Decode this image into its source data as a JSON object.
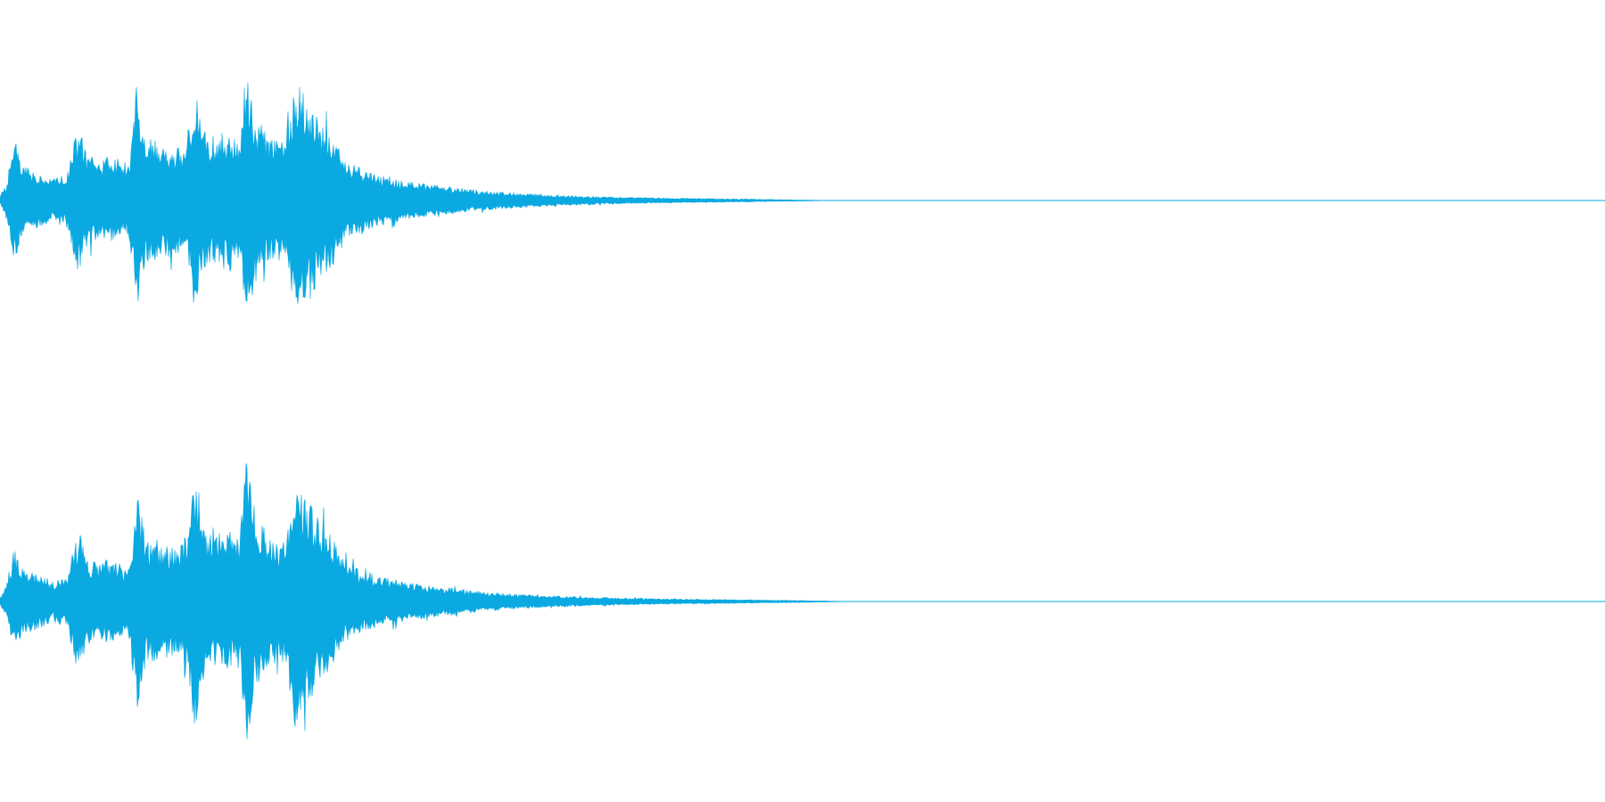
{
  "waveform": {
    "color": "#0aa9e2",
    "background": "#ffffff",
    "channel_count": 2,
    "channels": [
      {
        "name": "left-channel",
        "envelope": [
          [
            0,
            0.02
          ],
          [
            0.4,
            0.08
          ],
          [
            0.8,
            0.28
          ],
          [
            1.0,
            0.3
          ],
          [
            1.2,
            0.22
          ],
          [
            1.5,
            0.17
          ],
          [
            2.0,
            0.15
          ],
          [
            2.6,
            0.14
          ],
          [
            3.0,
            0.13
          ],
          [
            3.2,
            0.1
          ],
          [
            3.5,
            0.12
          ],
          [
            3.8,
            0.13
          ],
          [
            4.0,
            0.11
          ],
          [
            4.3,
            0.17
          ],
          [
            4.7,
            0.33
          ],
          [
            5.0,
            0.36
          ],
          [
            5.3,
            0.25
          ],
          [
            5.8,
            0.22
          ],
          [
            6.2,
            0.18
          ],
          [
            6.6,
            0.22
          ],
          [
            7.0,
            0.2
          ],
          [
            7.5,
            0.18
          ],
          [
            7.9,
            0.15
          ],
          [
            8.2,
            0.3
          ],
          [
            8.5,
            0.58
          ],
          [
            8.8,
            0.45
          ],
          [
            9.1,
            0.3
          ],
          [
            9.6,
            0.32
          ],
          [
            10.0,
            0.27
          ],
          [
            10.6,
            0.28
          ],
          [
            11.2,
            0.26
          ],
          [
            11.8,
            0.37
          ],
          [
            12.1,
            0.54
          ],
          [
            12.4,
            0.44
          ],
          [
            12.8,
            0.36
          ],
          [
            13.4,
            0.32
          ],
          [
            13.8,
            0.34
          ],
          [
            14.3,
            0.36
          ],
          [
            14.7,
            0.3
          ],
          [
            15.0,
            0.36
          ],
          [
            15.3,
            0.66
          ],
          [
            15.6,
            0.6
          ],
          [
            15.9,
            0.42
          ],
          [
            16.4,
            0.38
          ],
          [
            16.8,
            0.3
          ],
          [
            17.2,
            0.32
          ],
          [
            17.7,
            0.3
          ],
          [
            18.0,
            0.4
          ],
          [
            18.4,
            0.61
          ],
          [
            18.8,
            0.58
          ],
          [
            19.3,
            0.5
          ],
          [
            19.8,
            0.42
          ],
          [
            20.3,
            0.36
          ],
          [
            20.8,
            0.32
          ],
          [
            21.5,
            0.2
          ],
          [
            22.5,
            0.16
          ],
          [
            24.0,
            0.12
          ],
          [
            26.0,
            0.09
          ],
          [
            28.0,
            0.07
          ],
          [
            30.0,
            0.05
          ],
          [
            32.0,
            0.038
          ],
          [
            35.0,
            0.026
          ],
          [
            38.0,
            0.018
          ],
          [
            42.0,
            0.012
          ],
          [
            46.0,
            0.008
          ],
          [
            49.0,
            0.004
          ],
          [
            52.0,
            0.0
          ],
          [
            100.0,
            0.0
          ]
        ]
      },
      {
        "name": "right-channel",
        "envelope": [
          [
            0,
            0.02
          ],
          [
            0.4,
            0.08
          ],
          [
            0.8,
            0.24
          ],
          [
            1.0,
            0.26
          ],
          [
            1.2,
            0.2
          ],
          [
            1.5,
            0.16
          ],
          [
            2.0,
            0.15
          ],
          [
            2.6,
            0.13
          ],
          [
            3.0,
            0.12
          ],
          [
            3.2,
            0.09
          ],
          [
            3.5,
            0.11
          ],
          [
            3.8,
            0.12
          ],
          [
            4.0,
            0.1
          ],
          [
            4.3,
            0.16
          ],
          [
            4.7,
            0.31
          ],
          [
            5.0,
            0.34
          ],
          [
            5.3,
            0.24
          ],
          [
            5.8,
            0.2
          ],
          [
            6.2,
            0.19
          ],
          [
            6.6,
            0.21
          ],
          [
            7.0,
            0.2
          ],
          [
            7.5,
            0.19
          ],
          [
            7.9,
            0.14
          ],
          [
            8.2,
            0.3
          ],
          [
            8.5,
            0.55
          ],
          [
            8.8,
            0.46
          ],
          [
            9.1,
            0.3
          ],
          [
            9.6,
            0.31
          ],
          [
            10.0,
            0.27
          ],
          [
            10.6,
            0.29
          ],
          [
            11.2,
            0.26
          ],
          [
            11.8,
            0.4
          ],
          [
            12.1,
            0.69
          ],
          [
            12.4,
            0.48
          ],
          [
            12.8,
            0.36
          ],
          [
            13.4,
            0.32
          ],
          [
            13.8,
            0.35
          ],
          [
            14.3,
            0.37
          ],
          [
            14.7,
            0.3
          ],
          [
            15.0,
            0.38
          ],
          [
            15.3,
            0.73
          ],
          [
            15.6,
            0.62
          ],
          [
            15.9,
            0.44
          ],
          [
            16.4,
            0.38
          ],
          [
            16.8,
            0.31
          ],
          [
            17.2,
            0.33
          ],
          [
            17.7,
            0.3
          ],
          [
            18.0,
            0.42
          ],
          [
            18.4,
            0.65
          ],
          [
            18.8,
            0.57
          ],
          [
            19.3,
            0.5
          ],
          [
            19.8,
            0.42
          ],
          [
            20.3,
            0.37
          ],
          [
            20.8,
            0.32
          ],
          [
            21.5,
            0.2
          ],
          [
            22.5,
            0.16
          ],
          [
            24.0,
            0.12
          ],
          [
            26.0,
            0.09
          ],
          [
            28.0,
            0.07
          ],
          [
            30.0,
            0.05
          ],
          [
            32.0,
            0.038
          ],
          [
            35.0,
            0.027
          ],
          [
            38.0,
            0.019
          ],
          [
            42.0,
            0.013
          ],
          [
            46.0,
            0.009
          ],
          [
            50.0,
            0.005
          ],
          [
            53.0,
            0.0
          ],
          [
            100.0,
            0.0
          ]
        ]
      }
    ]
  }
}
